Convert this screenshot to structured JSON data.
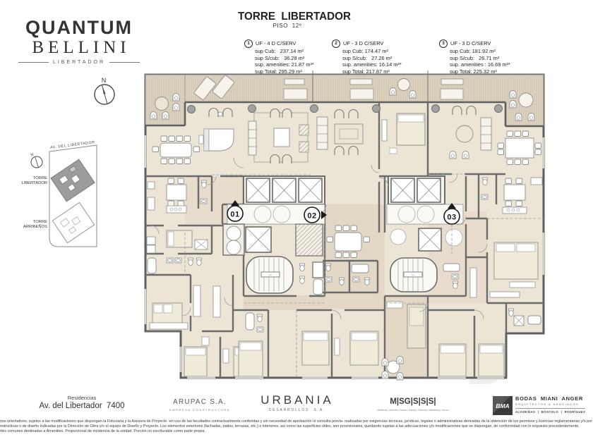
{
  "header": {
    "logo": {
      "brand_top": "QUANTUM",
      "brand_bottom": "BELLINI",
      "brand_sub": "LIBERTADOR"
    },
    "title": "TORRE  LIBERTADOR",
    "subtitle": "PISO  12º"
  },
  "units": [
    {
      "index": "1",
      "badge": "01",
      "name": "UF - 4 D C/SERV",
      "sup_cub": "sup Cub:   237.14 m²",
      "sup_scub": "sup S/cub:   36.28 m²",
      "sup_amenities": "sup. amenities: 21.87 m²*",
      "sup_total": "sup Total: 295.29 m²"
    },
    {
      "index": "2",
      "badge": "02",
      "name": "UF - 3 D C/SERV",
      "sup_cub": "sup Cub: 174.47 m²",
      "sup_scub": "sup S/cub:   27.26 m²",
      "sup_amenities": "sup. amenities: 16.14 m²*",
      "sup_total": "sup Total: 217.87 m²"
    },
    {
      "index": "3",
      "badge": "03",
      "name": "UF - 3 D C/SERV",
      "sup_cub": "sup Cub: 181.92 m²",
      "sup_scub": "sup S/cub:   26.71 m²",
      "sup_amenities": "sup. amenities : 16.69 m²*",
      "sup_total": "sup Total: 225.32 m²"
    }
  ],
  "compass": {
    "label": "N"
  },
  "site_plan": {
    "street": "AV. DEL LIBERTADOR",
    "north": "N",
    "tower_libertador_line1": "TORRE",
    "tower_libertador_line2": "LIBERTADOR",
    "tower_arribenos_line1": "TORRE",
    "tower_arribenos_line2": "ARRIBEÑOS"
  },
  "footer": {
    "residencias_line1": "Residencias",
    "residencias_line2": "Av. del Libertador  7400",
    "arupac": "ARUPAC S.A.",
    "arupac_sub": "EMPRESA CONSTRUCTORA",
    "urbania": "URBANIA",
    "urbania_sub": "DESARROLLOS  S.A.",
    "msgsss": "M|SG|S|S|S|",
    "msgsss_sub": "Manteola | Sánchez Gómez | Santos | Solsona | Sallaberry | Vinson",
    "bma_abbr": "BMA",
    "bma_line1": "BODAS  MIANI  ANGER",
    "bma_line2": "ARQUITECTOS & ASOCIADOS",
    "bma_line3": "ALVARIÑAS  |  BÓSCOLO  |  RODRÍGUEZ"
  },
  "disclaimer": {
    "line1": "nos orientativos, sujetos a las modificaciones que dispongan la Fiduciaria y la Asesora de Proyecto -en uso de las facultades contractualmente conferidas y sin necesidad de aprobación ni consulta previa- realizadas por exigencias técnicas, jurídicas, legales o administrativas derivadas de la obtención de los permisos y licencias reglamentarias y/o por necesidades",
    "line2": "nstructivas o de diseño  indicadas por la Dirección de Obra y/o el equipo de Diseño y Proyecto. Los elementos exteriores (fachadas, patios, terrazas, etc.) e interiores, así como las superficies útiles, son provisionales, quedando sujetas a las adecuaciones y/o modificaciones que se dispongan, de conformidad con lo expuesto precedentemente.",
    "line3": "rtes comunes destinadas a Amenities. Proporcional de incidencia de la unidad. Porción no escriturable como parte propia."
  },
  "colors": {
    "room_fill": "#ece4d4",
    "terrace_fill": "#d9cfb8",
    "wall_gray": "#6b6b6b",
    "furniture_gray": "#8f8f8f",
    "text_dark": "#222222"
  }
}
